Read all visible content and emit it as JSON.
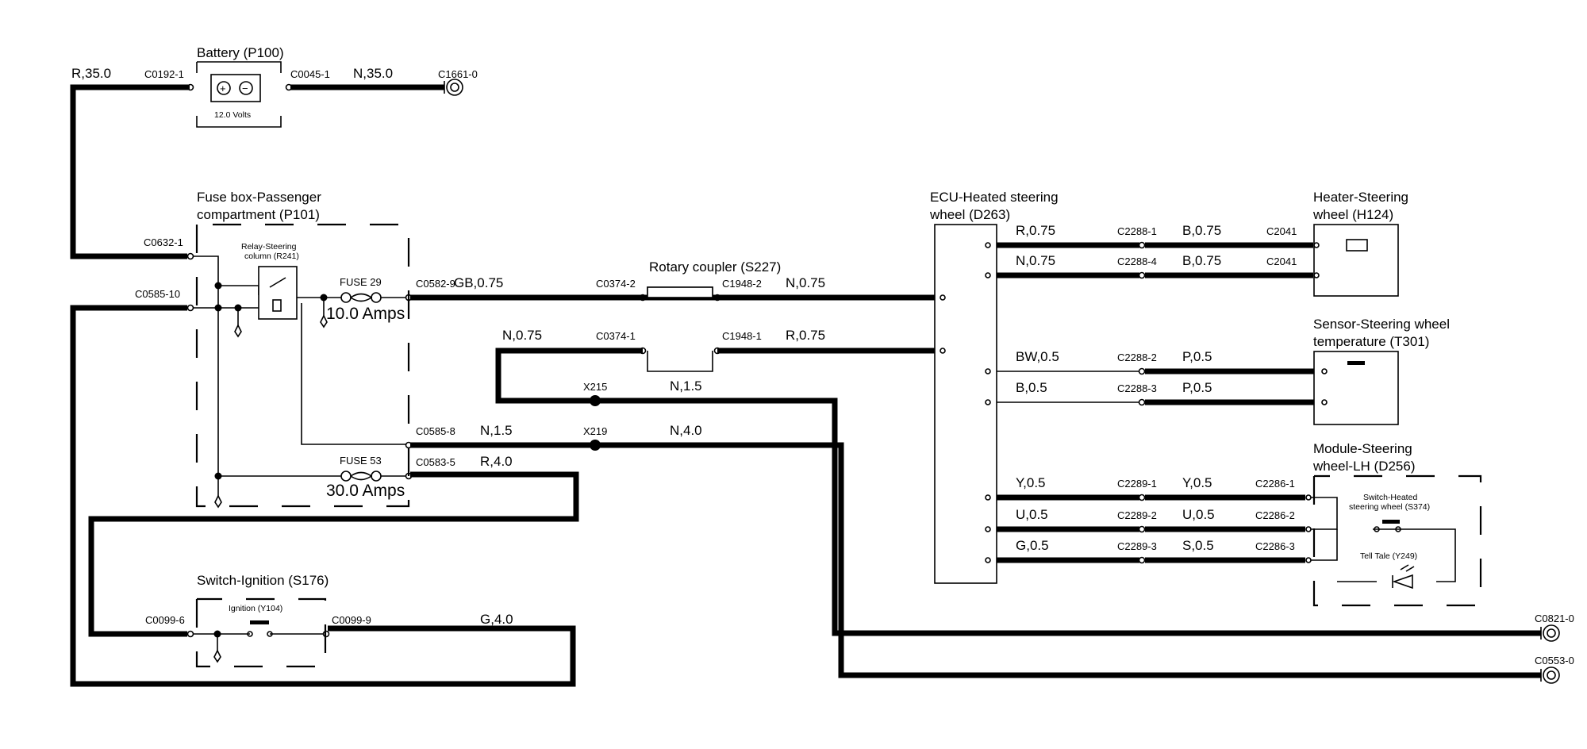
{
  "battery": {
    "title": "Battery (P100)",
    "voltage": "12.0 Volts",
    "left_wire": "R,35.0",
    "left_conn": "C0192-1",
    "right_conn": "C0045-1",
    "right_wire": "N,35.0",
    "ground": "C1661-0"
  },
  "fusebox": {
    "title_line1": "Fuse box-Passenger",
    "title_line2": "compartment (P101)",
    "conn_a": "C0632-1",
    "conn_b": "C0585-10",
    "relay_line1": "Relay-Steering",
    "relay_line2": "column (R241)",
    "fuse29": "FUSE 29",
    "fuse29_rating": "10.0 Amps",
    "fuse53": "FUSE 53",
    "fuse53_rating": "30.0 Amps",
    "out_conn1": "C0582-9",
    "out_conn2": "C0585-8",
    "out_conn3": "C0583-5"
  },
  "wires": {
    "gb075": "GB,0.75",
    "c0374_2": "C0374-2",
    "rotary": "Rotary coupler (S227)",
    "c1948_2": "C1948-2",
    "n075_a": "N,0.75",
    "n075_b": "N,0.75",
    "c0374_1": "C0374-1",
    "c1948_1": "C1948-1",
    "r075": "R,0.75",
    "x215": "X215",
    "n15_a": "N,1.5",
    "n15_b": "N,1.5",
    "x219": "X219",
    "n40": "N,4.0",
    "r40": "R,4.0",
    "g40": "G,4.0"
  },
  "ignition": {
    "title": "Switch-Ignition (S176)",
    "inner": "Ignition (Y104)",
    "conn_left": "C0099-6",
    "conn_right": "C0099-9"
  },
  "ecu": {
    "title_line1": "ECU-Heated steering",
    "title_line2": "wheel (D263)"
  },
  "ecu_rows": [
    {
      "wire_in": "R,0.75",
      "conn": "C2288-1",
      "wire_out": "B,0.75",
      "dest": "C2041"
    },
    {
      "wire_in": "N,0.75",
      "conn": "C2288-4",
      "wire_out": "B,0.75",
      "dest": "C2041"
    },
    {
      "wire_in": "BW,0.5",
      "conn": "C2288-2",
      "wire_out": "P,0.5",
      "dest": ""
    },
    {
      "wire_in": "B,0.5",
      "conn": "C2288-3",
      "wire_out": "P,0.5",
      "dest": ""
    },
    {
      "wire_in": "Y,0.5",
      "conn": "C2289-1",
      "wire_out": "Y,0.5",
      "dest": "C2286-1"
    },
    {
      "wire_in": "U,0.5",
      "conn": "C2289-2",
      "wire_out": "U,0.5",
      "dest": "C2286-2"
    },
    {
      "wire_in": "G,0.5",
      "conn": "C2289-3",
      "wire_out": "S,0.5",
      "dest": "C2286-3"
    }
  ],
  "heater": {
    "title_line1": "Heater-Steering",
    "title_line2": "wheel (H124)"
  },
  "sensor": {
    "title_line1": "Sensor-Steering wheel",
    "title_line2": "temperature (T301)"
  },
  "module": {
    "title_line1": "Module-Steering",
    "title_line2": "wheel-LH (D256)",
    "switch_line1": "Switch-Heated",
    "switch_line2": "steering wheel (S374)",
    "telltale": "Tell Tale (Y249)"
  },
  "grounds": {
    "g1": "C0821-0",
    "g2": "C0553-0"
  }
}
